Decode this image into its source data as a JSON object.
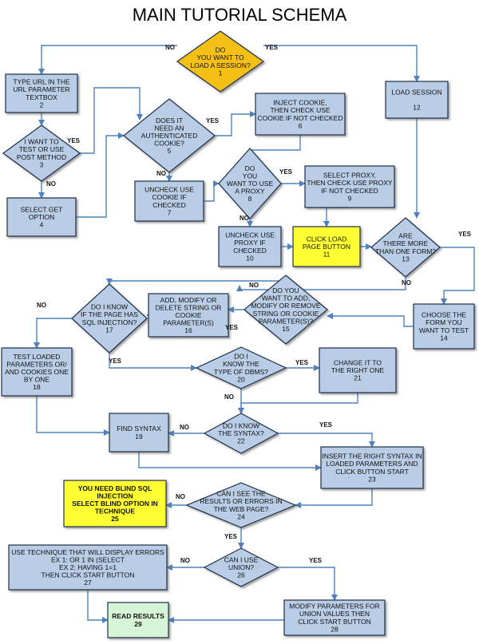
{
  "title": "MAIN TUTORIAL SCHEMA",
  "colors": {
    "box_blue": "#b9cde6",
    "box_yellow": "#ffff33",
    "box_green": "#d6f5d6",
    "diamond_yellow": "#f5c018",
    "stroke": "#1f2f4a",
    "arrow": "#4f81bd"
  },
  "nodes": [
    {
      "id": "n1",
      "shape": "diamond",
      "style": "diamond_yellow",
      "lines": [
        "DO",
        "YOU WANT TO",
        "LOAD A SESSION?",
        "1"
      ]
    },
    {
      "id": "n2",
      "shape": "box",
      "style": "box_blue",
      "lines": [
        "TYPE URL IN THE",
        "URL PARAMETER",
        "TEXTBOX",
        "2"
      ]
    },
    {
      "id": "n3",
      "shape": "diamond",
      "style": "box_blue",
      "lines": [
        "I WANT TO",
        "TEST OR USE",
        "POST METHOD",
        "3"
      ]
    },
    {
      "id": "n4",
      "shape": "box",
      "style": "box_blue",
      "lines": [
        "SELECT GET",
        "OPTION",
        "4"
      ]
    },
    {
      "id": "n5",
      "shape": "diamond",
      "style": "box_blue",
      "lines": [
        "DOES IT",
        "NEED AN",
        "AUTHENTICATED",
        "COOKIE?",
        "5"
      ]
    },
    {
      "id": "n6",
      "shape": "box",
      "style": "box_blue",
      "lines": [
        "INJECT COOKIE,",
        "THEN CHECK USE",
        "COOKIE IF NOT CHECKED",
        "6"
      ]
    },
    {
      "id": "n7",
      "shape": "box",
      "style": "box_blue",
      "lines": [
        "UNCHECK USE",
        "COOKIE IF",
        "CHECKED",
        "7"
      ]
    },
    {
      "id": "n8",
      "shape": "diamond",
      "style": "box_blue",
      "lines": [
        "DO",
        "YOU",
        "WANT TO USE",
        "A PROXY",
        "8"
      ]
    },
    {
      "id": "n9",
      "shape": "box",
      "style": "box_blue",
      "lines": [
        "SELECT PROXY,",
        "THEN CHECK USE PROXY",
        "IF NOT CHECKED",
        "9"
      ]
    },
    {
      "id": "n10",
      "shape": "box",
      "style": "box_blue",
      "lines": [
        "UNCHECK USE",
        "PROXY IF",
        "CHECKED",
        "10"
      ]
    },
    {
      "id": "n11",
      "shape": "box",
      "style": "box_yellow",
      "lines": [
        "CLICK LOAD",
        "PAGE BUTTON",
        "11"
      ]
    },
    {
      "id": "n12",
      "shape": "box",
      "style": "box_blue",
      "lines": [
        "LOAD SESSION",
        "",
        "12"
      ]
    },
    {
      "id": "n13",
      "shape": "diamond",
      "style": "box_blue",
      "lines": [
        "ARE",
        "THERE MORE",
        "THAN ONE FORM?",
        "13"
      ]
    },
    {
      "id": "n14",
      "shape": "box",
      "style": "box_blue",
      "lines": [
        "CHOOSE THE",
        "FORM YOU",
        "WANT TO TEST",
        "14"
      ]
    },
    {
      "id": "n15",
      "shape": "diamond",
      "style": "box_blue",
      "lines": [
        "DO YOU",
        "WANT TO ADD,",
        "MODIFY OR REMOVE",
        "STRING OR COOKIE",
        "PARAMETER(S)?",
        "15"
      ]
    },
    {
      "id": "n16",
      "shape": "box",
      "style": "box_blue",
      "lines": [
        "ADD, MODIFY OR",
        "DELETE STRING OR",
        "COOKIE",
        "PARAMETER(S)",
        "16"
      ]
    },
    {
      "id": "n17",
      "shape": "diamond",
      "style": "box_blue",
      "lines": [
        "DO I KNOW",
        "IF THE PAGE HAS",
        "SQL INJECTION?",
        "17"
      ]
    },
    {
      "id": "n18",
      "shape": "box",
      "style": "box_blue",
      "lines": [
        "TEST LOADED",
        "PARAMETERS OR/",
        "AND COOKIES ONE",
        "BY ONE",
        "18"
      ]
    },
    {
      "id": "n19",
      "shape": "box",
      "style": "box_blue",
      "lines": [
        "FIND SYNTAX",
        "19"
      ]
    },
    {
      "id": "n20",
      "shape": "diamond",
      "style": "box_blue",
      "lines": [
        "DO I",
        "KNOW THE",
        "TYPE OF DBMS?",
        "20"
      ]
    },
    {
      "id": "n21",
      "shape": "box",
      "style": "box_blue",
      "lines": [
        "CHANGE IT TO",
        "THE RIGHT ONE",
        "21"
      ]
    },
    {
      "id": "n22",
      "shape": "diamond",
      "style": "box_blue",
      "lines": [
        "DO I KNOW",
        "THE SYNTAX?",
        "22"
      ]
    },
    {
      "id": "n23",
      "shape": "box",
      "style": "box_blue",
      "lines": [
        "INSERT THE RIGHT SYNTAX IN",
        "LOADED PARAMETERS AND",
        "CLICK BUTTON START",
        "23"
      ]
    },
    {
      "id": "n24",
      "shape": "diamond",
      "style": "box_blue",
      "lines": [
        "CAN I SEE THE",
        "RESULTS OR ERRORS IN",
        "THE WEB PAGE?",
        "24"
      ]
    },
    {
      "id": "n25",
      "shape": "box",
      "style": "box_yellow",
      "bold": true,
      "lines": [
        "YOU NEED BLIND SQL",
        "INJECTION",
        "SELECT BLIND OPTION IN",
        "TECHNIQUE",
        "25"
      ]
    },
    {
      "id": "n26",
      "shape": "diamond",
      "style": "box_blue",
      "lines": [
        "CAN I USE",
        "UNION?",
        "26"
      ]
    },
    {
      "id": "n27",
      "shape": "box",
      "style": "box_blue",
      "lines": [
        "USE TECHNIQUE THAT WILL DISPLAY ERRORS",
        "EX 1: OR 1 IN (SELECT",
        "EX 2: HAVING 1=1",
        "THEN CLICK START BUTTON",
        "27"
      ]
    },
    {
      "id": "n28",
      "shape": "box",
      "style": "box_blue",
      "lines": [
        "MODIFY PARAMETERS FOR",
        "UNION VALUES THEN",
        "CLICK START BUTTON",
        "28"
      ]
    },
    {
      "id": "n29",
      "shape": "box",
      "style": "box_green",
      "bold": true,
      "lines": [
        "READ RESULTS",
        "29"
      ]
    }
  ],
  "edge_labels": [
    {
      "id": "e1_no",
      "text": "NO"
    },
    {
      "id": "e1_yes",
      "text": "YES"
    },
    {
      "id": "e3_yes",
      "text": "YES"
    },
    {
      "id": "e3_no",
      "text": "NO"
    },
    {
      "id": "e5_yes",
      "text": "YES"
    },
    {
      "id": "e5_no",
      "text": "NO"
    },
    {
      "id": "e8_yes",
      "text": "YES"
    },
    {
      "id": "e8_no",
      "text": "NO"
    },
    {
      "id": "e13_yes",
      "text": "YES"
    },
    {
      "id": "e13_no",
      "text": "NO"
    },
    {
      "id": "e15_no",
      "text": "NO"
    },
    {
      "id": "e15_yes",
      "text": "YES"
    },
    {
      "id": "e17_no",
      "text": "NO"
    },
    {
      "id": "e17_yes",
      "text": "YES"
    },
    {
      "id": "e20_yes",
      "text": "YES"
    },
    {
      "id": "e20_no",
      "text": "NO"
    },
    {
      "id": "e22_no",
      "text": "NO"
    },
    {
      "id": "e22_yes",
      "text": "YES"
    },
    {
      "id": "e24_no",
      "text": "NO"
    },
    {
      "id": "e24_yes",
      "text": "YES"
    },
    {
      "id": "e26_no",
      "text": "NO"
    },
    {
      "id": "e26_yes",
      "text": "YES"
    }
  ]
}
